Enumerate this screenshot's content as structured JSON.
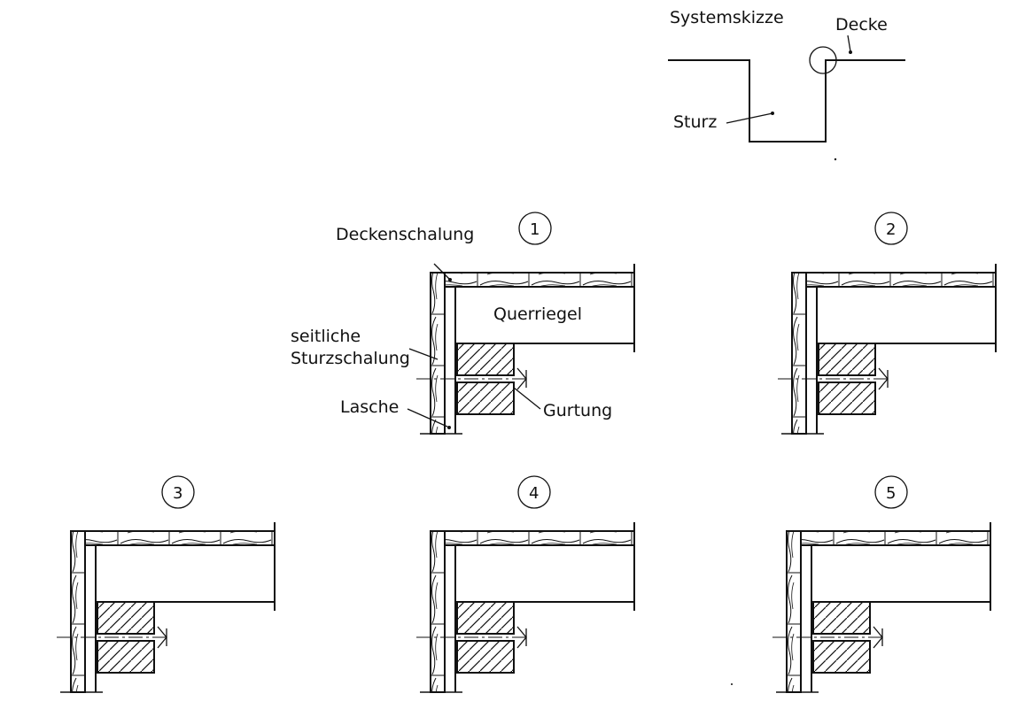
{
  "system_sketch": {
    "title": "Systemskizze",
    "label_decke": "Decke",
    "label_sturz": "Sturz"
  },
  "detail_labels": {
    "deckenschalung": "Deckenschalung",
    "seitliche_line1": "seitliche",
    "seitliche_line2": "Sturzschalung",
    "lasche": "Lasche",
    "querriegel": "Querriegel",
    "gurtung": "Gurtung"
  },
  "details": [
    {
      "number": "1"
    },
    {
      "number": "2"
    },
    {
      "number": "3"
    },
    {
      "number": "4"
    },
    {
      "number": "5"
    }
  ]
}
